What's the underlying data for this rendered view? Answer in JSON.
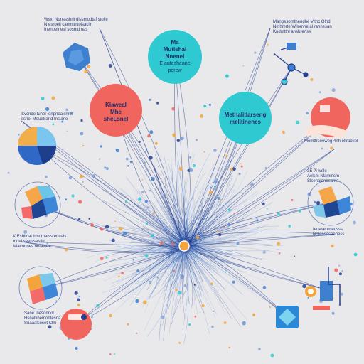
{
  "colors": {
    "background": "#e9e9ec",
    "teal": "#2ec9d1",
    "coral": "#f1655f",
    "navy": "#27408f",
    "orange": "#f3a43b",
    "blue": "#3f7fd0"
  },
  "bubbles": {
    "top_center": {
      "lines": [
        "Ma",
        "Mutishal",
        "Nnenel",
        "E autesheane",
        "perew"
      ]
    },
    "coral_left": {
      "lines": [
        "Klaweal",
        "Mhe",
        "sheLsnel"
      ]
    },
    "teal_right": {
      "lines": [
        "Methalitlarseng",
        "melitinenes"
      ]
    }
  },
  "labels": {
    "top_left": [
      "Wsxt Nonssshrlt dlssmodtaf stolle",
      "N esroeil cammtntolsaclin",
      "Inenoelnesl sosmd nas"
    ],
    "top_right": [
      "Mangesomthendhe Vithc Olhd",
      "Nmhmrte Wllomhetal rannesan",
      "Kndmtthl anshrenss"
    ],
    "left_mid": [
      "Svcnde Iunel Ienpneaisnnll",
      "ssnel Meuetrand Insiane"
    ],
    "right_mid": [
      "Momtfrseeweg 4rlh eltraotiel"
    ],
    "right_cluster": [
      "3E ?i ivele",
      "Aelsm Nlaminsm",
      "Slsenalenesanto"
    ],
    "left_lower": [
      "K Eshiloal hmomatss erinals",
      "mnel seenlsestle",
      "Ialaconnes nelaetes"
    ],
    "right_lower": [
      "Ienesenmeosss",
      "Nolansaseeness"
    ],
    "bottom_left": [
      "Sane Inesonnol",
      "Hsnaltinemontesna",
      "Suaaalseset Clm"
    ]
  }
}
